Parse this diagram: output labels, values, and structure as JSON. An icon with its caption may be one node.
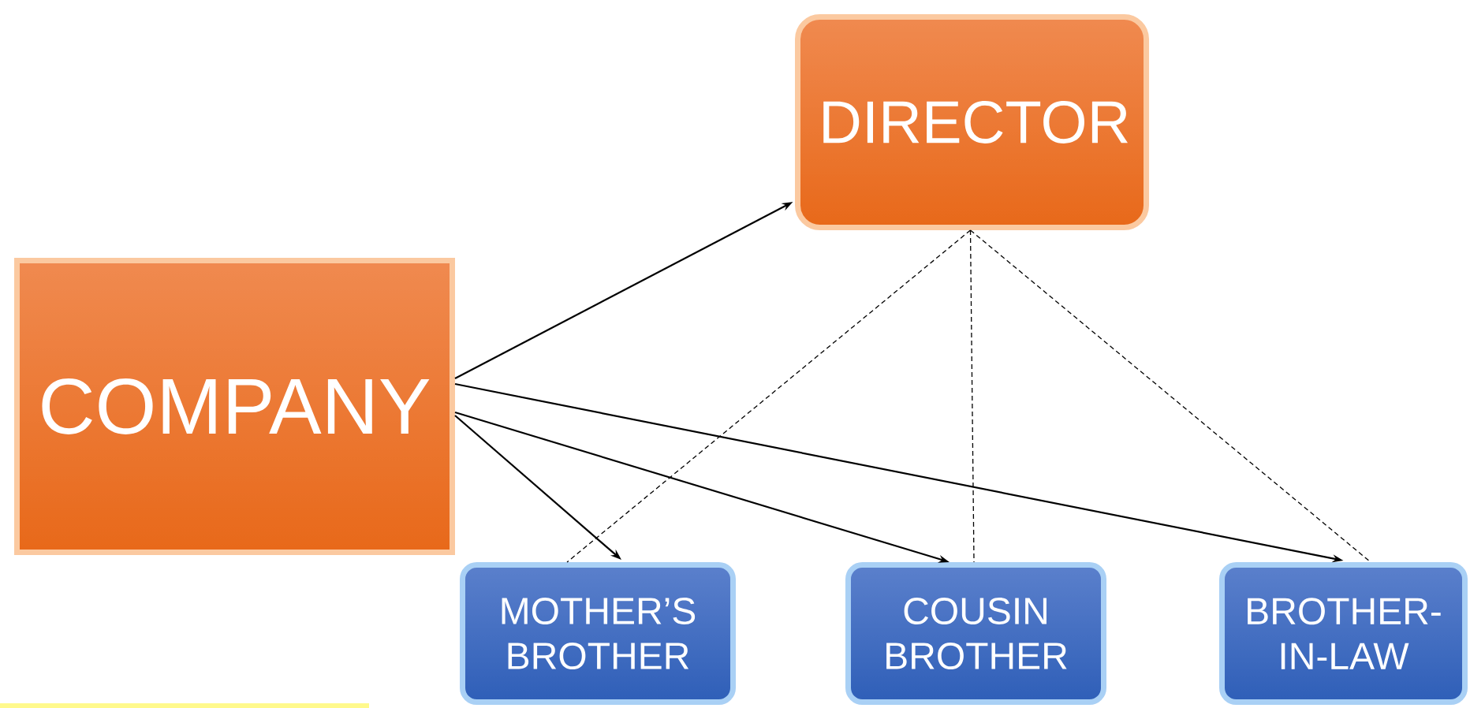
{
  "diagram": {
    "nodes": [
      {
        "text": [
          "COMPANY"
        ]
      },
      {
        "text": [
          "DIRECTOR"
        ]
      },
      {
        "text": [
          "MOTHER’S BROTHER"
        ]
      },
      {
        "text": [
          "COUSIN BROTHER"
        ]
      },
      {
        "text": [
          "BROTHER-IN-LAW"
        ]
      }
    ],
    "edges": [
      {
        "from": 0,
        "to": 1,
        "arrow": "to"
      },
      {
        "from": 0,
        "to": 4,
        "arrow": "to"
      },
      {
        "from": 0,
        "to": 3,
        "arrow": "to"
      },
      {
        "from": 0,
        "to": 2,
        "arrow": "to"
      },
      {
        "from": 1,
        "to": 2,
        "arrow": "none",
        "style": "dashed"
      },
      {
        "from": 1,
        "to": 3,
        "arrow": "none",
        "style": "dashed"
      },
      {
        "from": 1,
        "to": 4,
        "arrow": "none",
        "style": "dashed"
      }
    ]
  }
}
